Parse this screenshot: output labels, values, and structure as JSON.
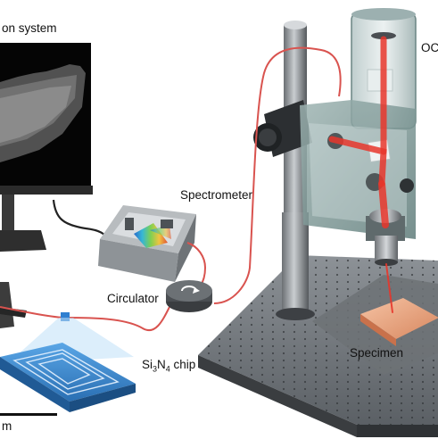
{
  "labels": {
    "acquisition": "on system",
    "oct": "OC",
    "spectrometer": "Spectrometer",
    "circulator": "Circulator",
    "specimen": "Specimen",
    "chip_main": "Si",
    "chip_sub1": "3",
    "chip_mid": "N",
    "chip_sub2": "4",
    "chip_suffix": " chip",
    "scale": "m"
  },
  "colors": {
    "fiber": "#d9534f",
    "beam": "#e8362b",
    "housing": "#6f8f8d",
    "table": "#4a4e52",
    "specimen": "#e8a07c",
    "chip": "#3b82c4"
  }
}
